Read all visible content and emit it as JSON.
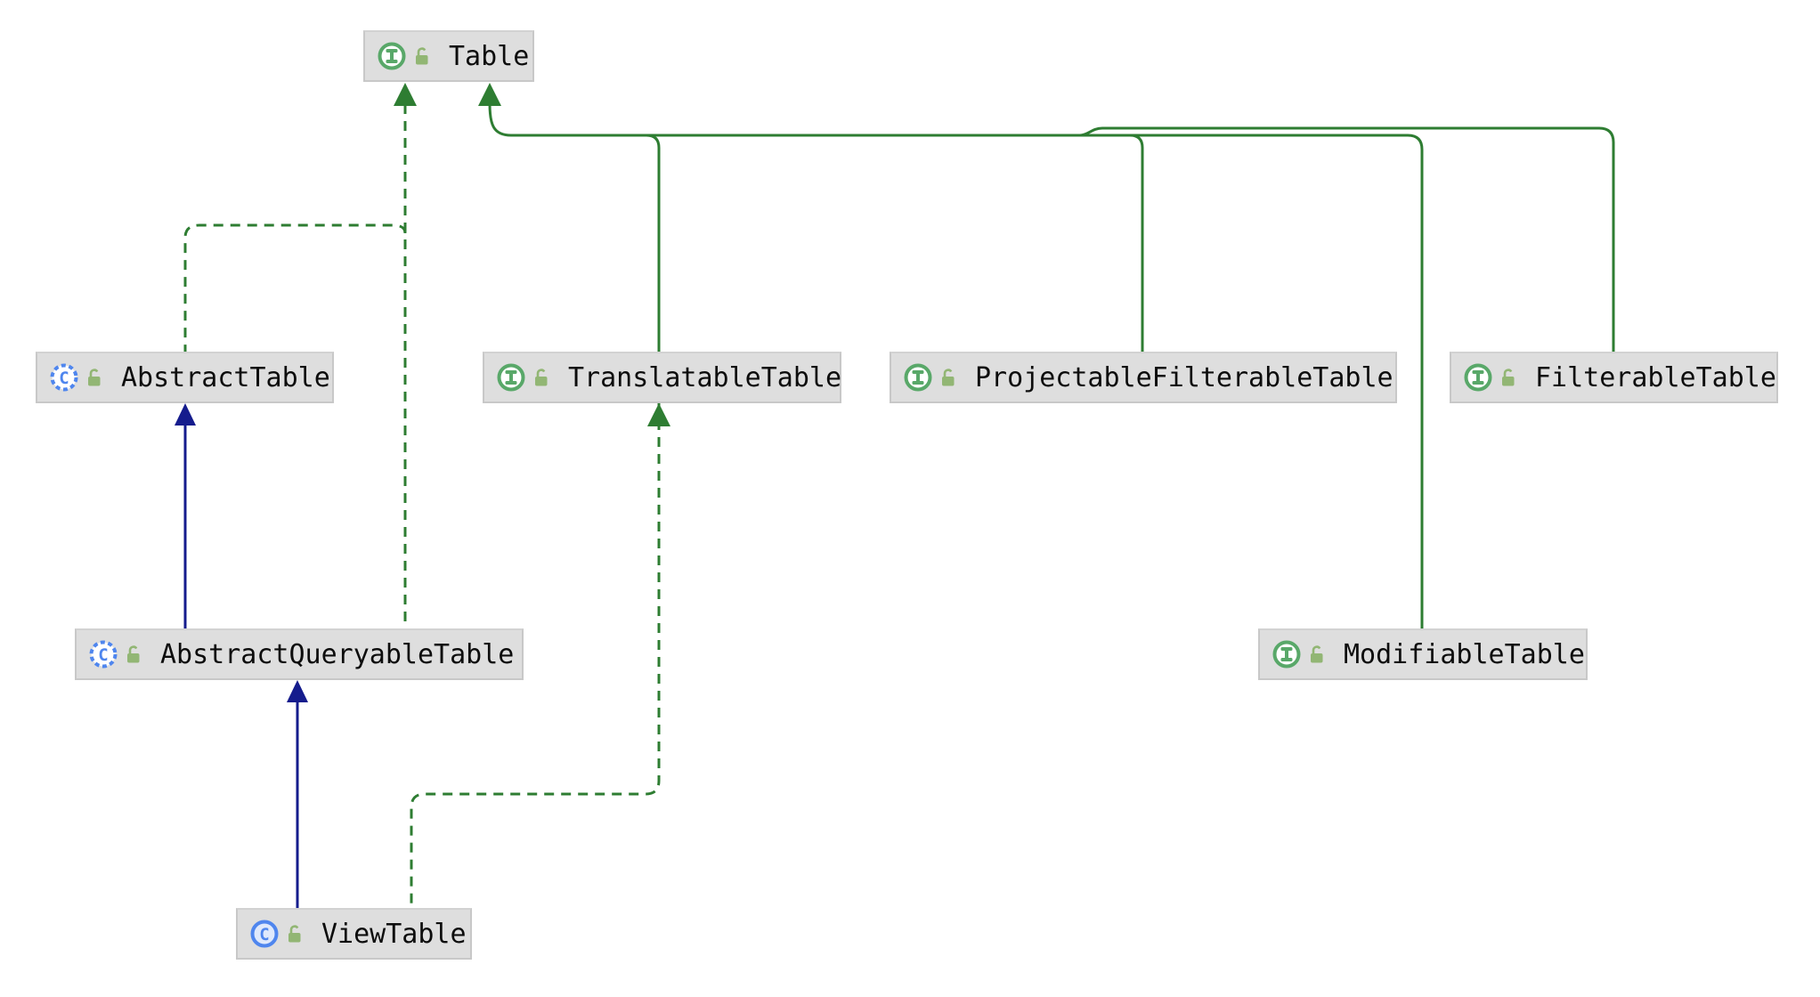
{
  "diagram": {
    "title": "UML class hierarchy diagram",
    "colors": {
      "background": "#ffffff",
      "edge_green": "#2e7d32",
      "edge_navy": "#151c8d",
      "interface_green": "#59a869",
      "class_blue": "#4f86ee",
      "class_fill": "#dfe9fc",
      "lock_green": "#92b674",
      "node_background": "#dedede",
      "node_border": "#c8c8c8",
      "label_text": "#0d0d0d"
    },
    "nodes": [
      {
        "label": "Table",
        "kind": "interface",
        "type_icon": "interface-icon",
        "modifier_icon": "unlocked-padlock-icon"
      },
      {
        "label": "AbstractTable",
        "kind": "abstract-class",
        "type_icon": "abstract-class-icon",
        "modifier_icon": "unlocked-padlock-icon"
      },
      {
        "label": "TranslatableTable",
        "kind": "interface",
        "type_icon": "interface-icon",
        "modifier_icon": "unlocked-padlock-icon"
      },
      {
        "label": "ProjectableFilterableTable",
        "kind": "interface",
        "type_icon": "interface-icon",
        "modifier_icon": "unlocked-padlock-icon"
      },
      {
        "label": "FilterableTable",
        "kind": "interface",
        "type_icon": "interface-icon",
        "modifier_icon": "unlocked-padlock-icon"
      },
      {
        "label": "AbstractQueryableTable",
        "kind": "abstract-class",
        "type_icon": "abstract-class-icon",
        "modifier_icon": "unlocked-padlock-icon"
      },
      {
        "label": "ModifiableTable",
        "kind": "interface",
        "type_icon": "interface-icon",
        "modifier_icon": "unlocked-padlock-icon"
      },
      {
        "label": "ViewTable",
        "kind": "class",
        "type_icon": "class-icon",
        "modifier_icon": "unlocked-padlock-icon"
      }
    ],
    "edges": [
      {
        "from": "TranslatableTable",
        "to": "Table",
        "relationship": "extends",
        "line": "solid",
        "color": "green"
      },
      {
        "from": "ProjectableFilterableTable",
        "to": "Table",
        "relationship": "extends",
        "line": "solid",
        "color": "green"
      },
      {
        "from": "ModifiableTable",
        "to": "Table",
        "relationship": "extends",
        "line": "solid",
        "color": "green"
      },
      {
        "from": "FilterableTable",
        "to": "Table",
        "relationship": "extends",
        "line": "solid",
        "color": "green"
      },
      {
        "from": "AbstractTable",
        "to": "Table",
        "relationship": "implements",
        "line": "dashed",
        "color": "green"
      },
      {
        "from": "AbstractQueryableTable",
        "to": "Table",
        "relationship": "implements",
        "line": "dashed",
        "color": "green"
      },
      {
        "from": "ViewTable",
        "to": "TranslatableTable",
        "relationship": "implements",
        "line": "dashed",
        "color": "green"
      },
      {
        "from": "AbstractQueryableTable",
        "to": "AbstractTable",
        "relationship": "extends",
        "line": "solid",
        "color": "navy"
      },
      {
        "from": "ViewTable",
        "to": "AbstractQueryableTable",
        "relationship": "extends",
        "line": "solid",
        "color": "navy"
      }
    ]
  }
}
